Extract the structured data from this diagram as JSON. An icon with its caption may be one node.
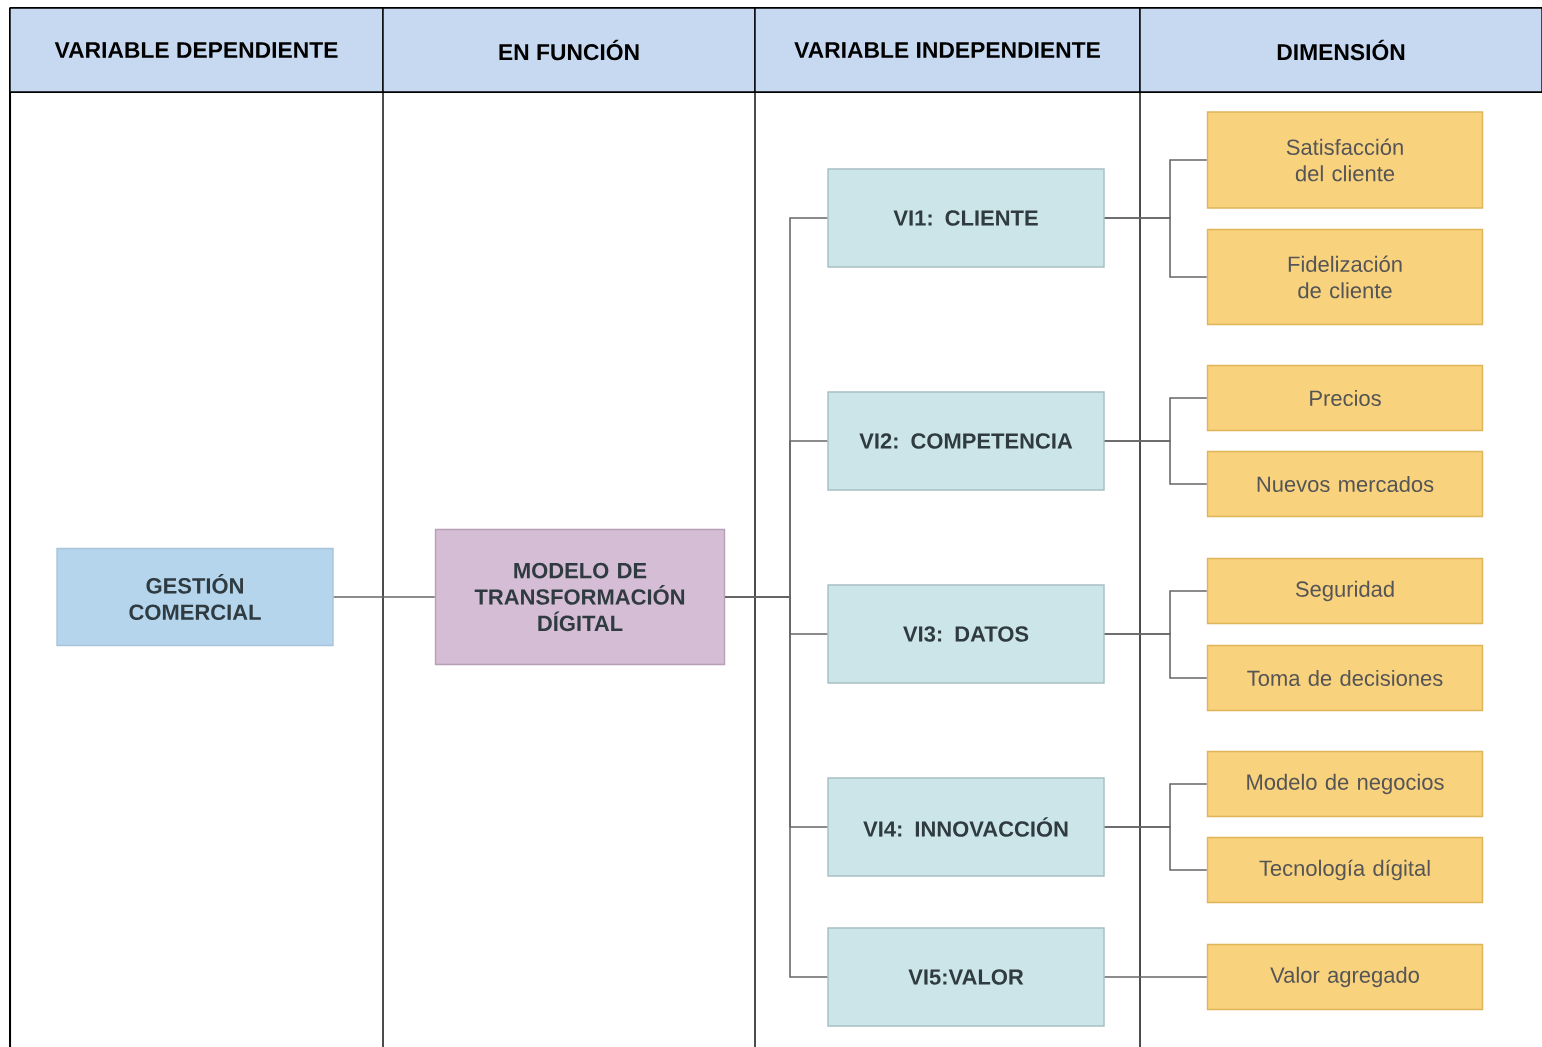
{
  "diagram": {
    "nodes": [
      {
        "text": [
          "GESTIÓN COMERCIAL"
        ]
      },
      {
        "text": [
          "MODELO DE TRANSFORMACIÓN DÍGITAL"
        ]
      },
      {
        "text": [
          "VI1: CLIENTE"
        ]
      },
      {
        "text": [
          "VI2: COMPETENCIA"
        ]
      },
      {
        "text": [
          "VI3: DATOS"
        ]
      },
      {
        "text": [
          "VI4: INNOVACCIÓN"
        ]
      },
      {
        "text": [
          "VI5:VALOR"
        ]
      },
      {
        "text": [
          "Satisfacción del cliente"
        ]
      },
      {
        "text": [
          "Fidelización de cliente"
        ]
      },
      {
        "text": [
          "Precios"
        ]
      },
      {
        "text": [
          "Nuevos mercados"
        ]
      },
      {
        "text": [
          "Seguridad"
        ]
      },
      {
        "text": [
          "Toma de decisiones"
        ]
      },
      {
        "text": [
          "Modelo de negocios"
        ]
      },
      {
        "text": [
          "Tecnología dígital"
        ]
      },
      {
        "text": [
          "Valor agregado"
        ]
      }
    ],
    "edges": [
      {
        "from": 0,
        "to": 1,
        "arrow": "none"
      },
      {
        "from": 1,
        "to": 2,
        "arrow": "none"
      },
      {
        "from": 1,
        "to": 3,
        "arrow": "none"
      },
      {
        "from": 1,
        "to": 4,
        "arrow": "none"
      },
      {
        "from": 1,
        "to": 5,
        "arrow": "none"
      },
      {
        "from": 1,
        "to": 6,
        "arrow": "none"
      },
      {
        "from": 2,
        "to": 7,
        "arrow": "none"
      },
      {
        "from": 2,
        "to": 8,
        "arrow": "none"
      },
      {
        "from": 3,
        "to": 9,
        "arrow": "none"
      },
      {
        "from": 3,
        "to": 10,
        "arrow": "none"
      },
      {
        "from": 4,
        "to": 11,
        "arrow": "none"
      },
      {
        "from": 4,
        "to": 12,
        "arrow": "none"
      },
      {
        "from": 5,
        "to": 13,
        "arrow": "none"
      },
      {
        "from": 5,
        "to": 14,
        "arrow": "none"
      },
      {
        "from": 6,
        "to": 15,
        "arrow": "none"
      }
    ],
    "labels": [
      "VARIABLE DEPENDIENTE",
      "EN FUNCIÓN",
      "VARIABLE INDEPENDIENTE",
      "DIMENSIÓN"
    ]
  }
}
